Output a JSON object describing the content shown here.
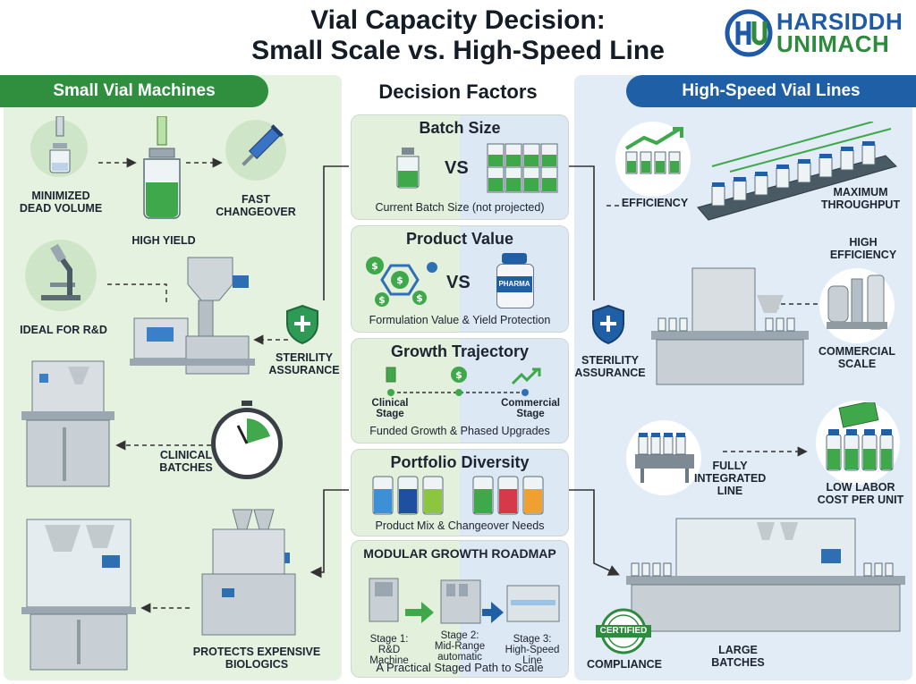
{
  "title": {
    "line1": "Vial Capacity Decision:",
    "line2": "Small Scale vs. High-Speed Line"
  },
  "logo": {
    "line1": "HARSIDDH",
    "line2": "UNIMACH"
  },
  "left_header": "Small Vial Machines",
  "center_header": "Decision Factors",
  "right_header": "High-Speed Vial Lines",
  "left": {
    "dead_volume": "MINIMIZED\nDEAD VOLUME",
    "high_yield": "HIGH YIELD",
    "changeover": "FAST\nCHANGEOVER",
    "rnd": "IDEAL FOR R&D",
    "sterility": "STERILITY\nASSURANCE",
    "clinical": "CLINICAL\nBATCHES",
    "biologics": "PROTECTS EXPENSIVE\nBIOLOGICS"
  },
  "right": {
    "efficiency": "EFFICIENCY",
    "max_throughput": "MAXIMUM\nTHROUGHPUT",
    "high_efficiency": "HIGH\nEFFICIENCY",
    "sterility": "STERILITY\nASSURANCE",
    "commercial": "COMMERCIAL\nSCALE",
    "integrated": "FULLY\nINTEGRATED\nLINE",
    "labor": "LOW LABOR\nCOST PER UNIT",
    "compliance": "COMPLIANCE",
    "certified": "CERTIFIED",
    "large_batches": "LARGE\nBATCHES"
  },
  "factors": [
    {
      "title": "Batch Size",
      "vs": "VS",
      "caption": "Current Batch Size (not projected)"
    },
    {
      "title": "Product Value",
      "vs": "VS",
      "caption": "Formulation Value & Yield Protection",
      "bottle_label": "PHARMA"
    },
    {
      "title": "Growth Trajectory",
      "caption": "Funded Growth & Phased Upgrades",
      "stage_left": "Clinical\nStage",
      "stage_right": "Commercial\nStage"
    },
    {
      "title": "Portfolio Diversity",
      "caption": "Product Mix & Changeover Needs"
    }
  ],
  "roadmap": {
    "title": "MODULAR GROWTH ROADMAP",
    "stages": [
      {
        "label": "Stage 1:\nR&D Machine"
      },
      {
        "label": "Stage 2:\nMid-Range\nautomatic"
      },
      {
        "label": "Stage 3:\nHigh-Speed Line"
      }
    ],
    "caption": "A Practical Staged Path to Scale"
  },
  "colors": {
    "green": "#2f8f3e",
    "blue": "#1f5fa6",
    "left_bg": "#e6f2e0",
    "right_bg": "#e2ecf7"
  }
}
